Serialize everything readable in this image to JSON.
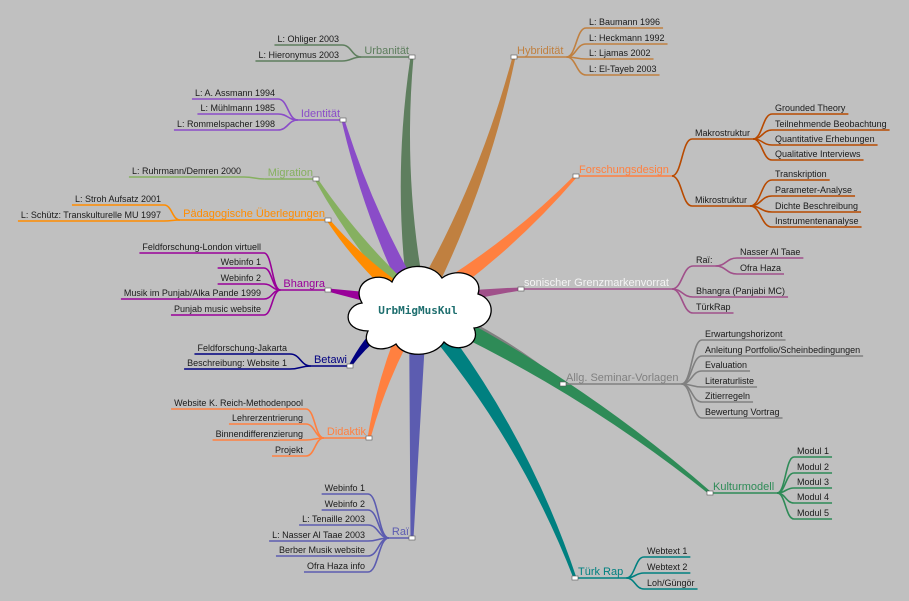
{
  "center": {
    "label": "UrbMigMusKul",
    "color": "#1f6f6f"
  },
  "branches": [
    {
      "id": "urbanitaet",
      "label": "Urbanität",
      "color": "#5e7e5e",
      "leaves": [
        "L: Ohliger 2003",
        "L: Hieronymus 2003"
      ]
    },
    {
      "id": "identitaet",
      "label": "Identität",
      "color": "#8a4cc8",
      "leaves": [
        "L: A. Assmann 1994",
        "L: Mühlmann 1985",
        "L: Rommelspacher 1998"
      ]
    },
    {
      "id": "migration",
      "label": "Migration",
      "color": "#86b060",
      "leaves": [
        "L: Ruhrmann/Demren 2000"
      ]
    },
    {
      "id": "paedagogik",
      "label": "Pädagogische Überlegungen",
      "color": "#ff8c00",
      "leaves": [
        "L: Stroh Aufsatz 2001",
        "L: Schütz: Transkulturelle MU 1997"
      ]
    },
    {
      "id": "bhangra",
      "label": "Bhangra",
      "color": "#990099",
      "leaves": [
        "Feldforschung-London virtuell",
        "Webinfo 1",
        "Webinfo 2",
        "Musik im Punjab/Alka Pande 1999",
        "Punjab music website"
      ]
    },
    {
      "id": "betawi",
      "label": "Betawi",
      "color": "#000080",
      "leaves": [
        "Feldforschung-Jakarta",
        "Beschreibung: Website 1"
      ]
    },
    {
      "id": "didaktik",
      "label": "Didaktik",
      "color": "#ff8040",
      "leaves": [
        "Website K. Reich-Methodenpool",
        "Lehrerzentrierung",
        "Binnendifferenzierung",
        "Projekt"
      ]
    },
    {
      "id": "rai",
      "label": "Raï",
      "color": "#5c5cb0",
      "leaves": [
        "Webinfo 1",
        "Webinfo 2",
        "L: Tenaille 2003",
        "L: Nasser Al Taae 2003",
        "Berber Musik website",
        "Ofra Haza info"
      ]
    },
    {
      "id": "hybriditaet",
      "label": "Hybridität",
      "color": "#c08040",
      "leaves": [
        "L: Baumann 1996",
        "L: Heckmann 1992",
        "L: Ljamas 2002",
        "L: El-Tayeb 2003"
      ]
    },
    {
      "id": "forschungsdesign",
      "label": "Forschungsdesign",
      "color": "#ff8040",
      "groups": [
        {
          "label": "Makrostruktur",
          "items": [
            "Grounded Theory",
            "Teilnehmende Beobachtung",
            "Quantitative Erhebungen",
            "Qualitative Interviews"
          ]
        },
        {
          "label": "Mikrostruktur",
          "items": [
            "Transkription",
            "Parameter-Analyse",
            "Dichte Beschreibung",
            "Instrumentenanalyse"
          ]
        }
      ]
    },
    {
      "id": "grenzmarken",
      "label": "sonischer Grenzmarkenvorrat",
      "color": "#a0508a",
      "groups": [
        {
          "label": "Raï:",
          "items": [
            "Nasser Al Taae",
            "Ofra Haza"
          ]
        }
      ],
      "extra": [
        "Bhangra (Panjabi MC)",
        "TürkRap"
      ]
    },
    {
      "id": "seminar",
      "label": "Allg. Seminar-Vorlagen",
      "color": "#808080",
      "leaves": [
        "Erwartungshorizont",
        "Anleitung Portfolio/Scheinbedingungen",
        "Evaluation",
        "Literaturliste",
        "Zitierregeln",
        "Bewertung Vortrag"
      ]
    },
    {
      "id": "kulturmodell",
      "label": "Kulturmodell",
      "color": "#2e8b57",
      "leaves": [
        "Modul 1",
        "Modul 2",
        "Modul 3",
        "Modul 4",
        "Modul 5"
      ]
    },
    {
      "id": "tuerkrap",
      "label": "Türk Rap",
      "color": "#008080",
      "leaves": [
        "Webtext 1",
        "Webtext 2",
        "Loh/Güngör"
      ]
    }
  ]
}
